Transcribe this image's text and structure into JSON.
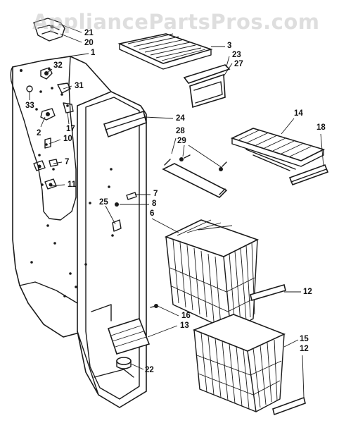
{
  "watermark": "AppliancePartsPros.com",
  "callouts": [
    {
      "id": "c21",
      "label": "21"
    },
    {
      "id": "c20",
      "label": "20"
    },
    {
      "id": "c1",
      "label": "1"
    },
    {
      "id": "c32",
      "label": "32"
    },
    {
      "id": "c31",
      "label": "31"
    },
    {
      "id": "c33",
      "label": "33"
    },
    {
      "id": "c2",
      "label": "2"
    },
    {
      "id": "c17",
      "label": "17"
    },
    {
      "id": "c10",
      "label": "10"
    },
    {
      "id": "c7a",
      "label": "7"
    },
    {
      "id": "c11",
      "label": "11"
    },
    {
      "id": "c3",
      "label": "3"
    },
    {
      "id": "c23",
      "label": "23"
    },
    {
      "id": "c27",
      "label": "27"
    },
    {
      "id": "c24",
      "label": "24"
    },
    {
      "id": "c28",
      "label": "28"
    },
    {
      "id": "c29",
      "label": "29"
    },
    {
      "id": "c14",
      "label": "14"
    },
    {
      "id": "c18",
      "label": "18"
    },
    {
      "id": "c7b",
      "label": "7"
    },
    {
      "id": "c8",
      "label": "8"
    },
    {
      "id": "c25",
      "label": "25"
    },
    {
      "id": "c6",
      "label": "6"
    },
    {
      "id": "c12a",
      "label": "12"
    },
    {
      "id": "c16",
      "label": "16"
    },
    {
      "id": "c13",
      "label": "13"
    },
    {
      "id": "c22",
      "label": "22"
    },
    {
      "id": "c15",
      "label": "15"
    },
    {
      "id": "c12b",
      "label": "12"
    }
  ]
}
